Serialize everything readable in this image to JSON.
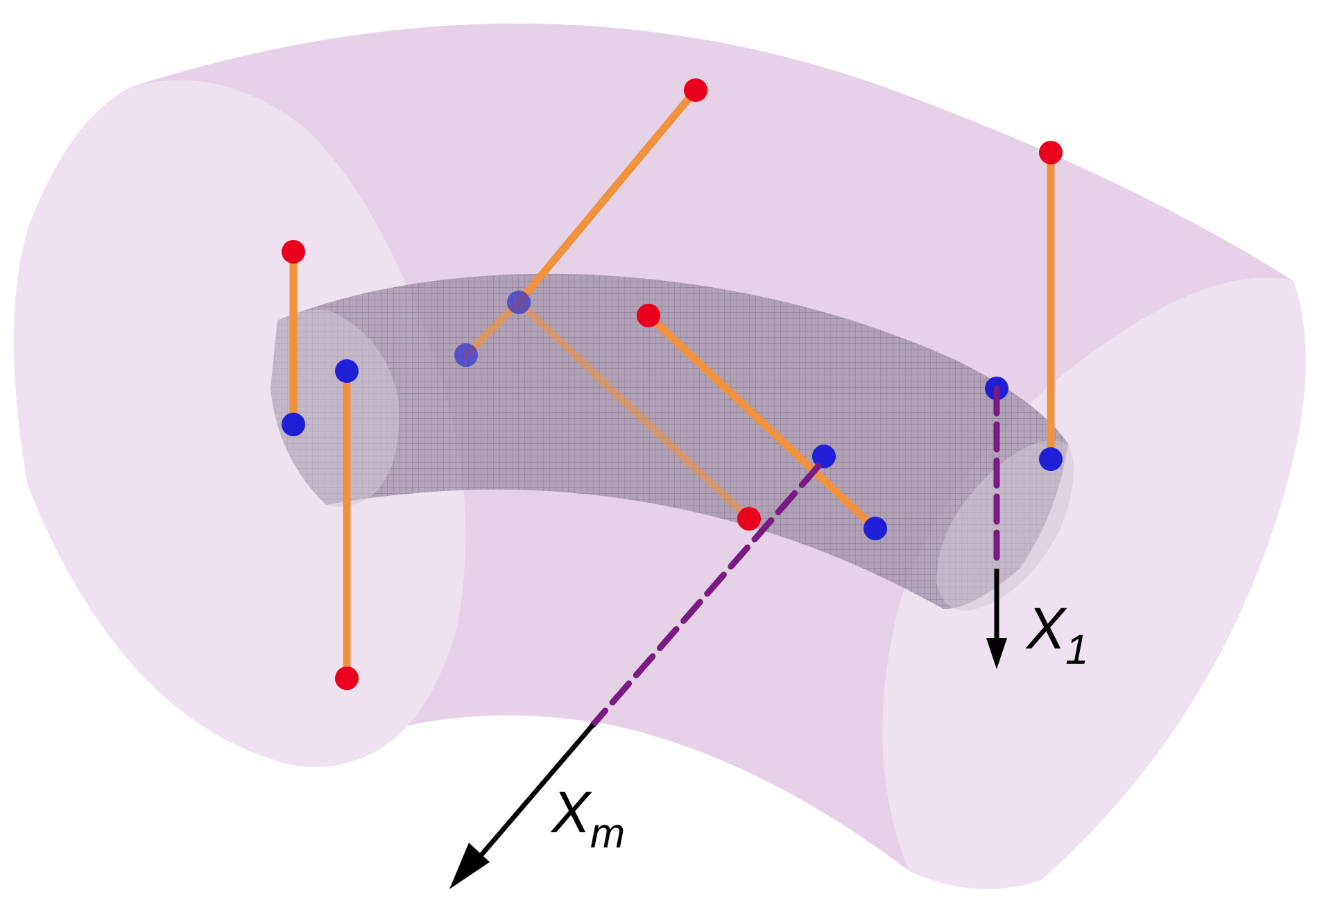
{
  "colors": {
    "outer_tube_body": "#e6d2e7",
    "outer_tube_cap": "#efe2f0",
    "inner_tube_fill": "#9d8ea3",
    "inner_tube_mesh": "#6e6377",
    "segment": "#f2923c",
    "red_point": "#e8001c",
    "blue_point": "#1f1fd6",
    "axis_dashed": "#7a1a82",
    "axis_solid": "#000000"
  },
  "axes": {
    "x1_label": "X",
    "x1_subscript": "1",
    "xm_label": "X",
    "xm_subscript": "m"
  },
  "icons": {
    "outer_tube": "outer-tube",
    "inner_tube": "inner-tube",
    "arrow": "arrowhead"
  }
}
